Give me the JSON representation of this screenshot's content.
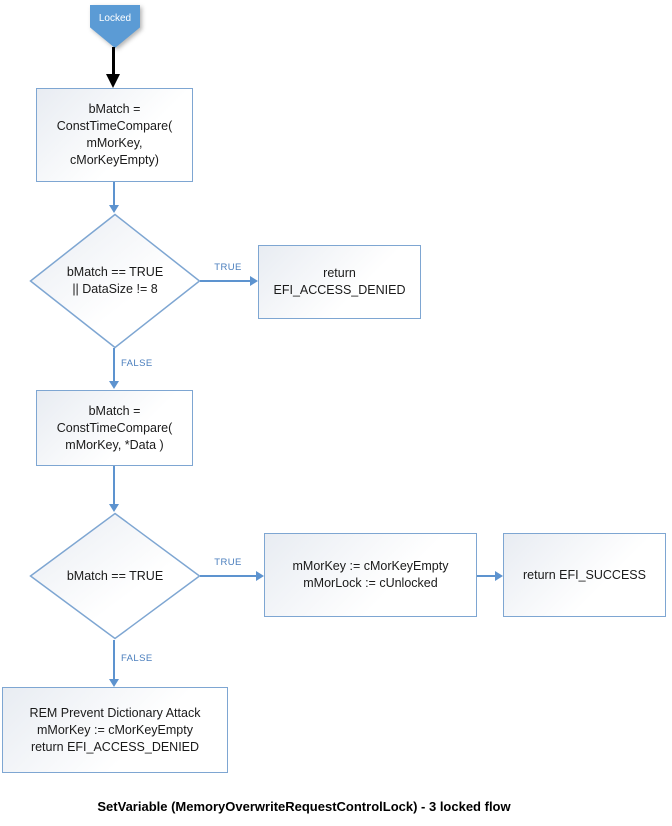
{
  "diagram": {
    "caption": "SetVariable (MemoryOverwriteRequestControlLock) - 3 locked flow",
    "start": {
      "label": "Locked"
    },
    "nodes": {
      "compare_empty": {
        "type": "process",
        "label": "bMatch =\nConstTimeCompare(\nmMorKey,\ncMorKeyEmpty)"
      },
      "decision_empty_or_size": {
        "type": "decision",
        "label": "bMatch == TRUE\n|| DataSize != 8"
      },
      "return_denied_top": {
        "type": "process",
        "label": "return\nEFI_ACCESS_DENIED"
      },
      "compare_data": {
        "type": "process",
        "label": "bMatch =\nConstTimeCompare(\nmMorKey, *Data )"
      },
      "decision_match": {
        "type": "decision",
        "label": "bMatch == TRUE"
      },
      "unlock": {
        "type": "process",
        "label": "mMorKey := cMorKeyEmpty\nmMorLock := cUnlocked"
      },
      "return_success": {
        "type": "process",
        "label": "return EFI_SUCCESS"
      },
      "dictionary_attack": {
        "type": "process",
        "label": "REM Prevent Dictionary Attack\nmMorKey := cMorKeyEmpty\nreturn EFI_ACCESS_DENIED"
      }
    },
    "edges": [
      {
        "from": "start",
        "to": "compare_empty",
        "label": ""
      },
      {
        "from": "compare_empty",
        "to": "decision_empty_or_size",
        "label": ""
      },
      {
        "from": "decision_empty_or_size",
        "to": "return_denied_top",
        "label": "TRUE"
      },
      {
        "from": "decision_empty_or_size",
        "to": "compare_data",
        "label": "FALSE"
      },
      {
        "from": "compare_data",
        "to": "decision_match",
        "label": ""
      },
      {
        "from": "decision_match",
        "to": "unlock",
        "label": "TRUE"
      },
      {
        "from": "unlock",
        "to": "return_success",
        "label": ""
      },
      {
        "from": "decision_match",
        "to": "dictionary_attack",
        "label": "FALSE"
      }
    ],
    "colors": {
      "shape_border": "#7ea6d2",
      "shape_fill_top": "#e8ecf2",
      "shape_fill_bottom": "#ffffff",
      "connector": "#5d93cf",
      "edge_label_text": "#4a7ebd",
      "start_fill": "#5b9bd5",
      "start_text": "#ffffff",
      "start_connector": "#000000",
      "node_text": "#1a1a1a"
    }
  }
}
